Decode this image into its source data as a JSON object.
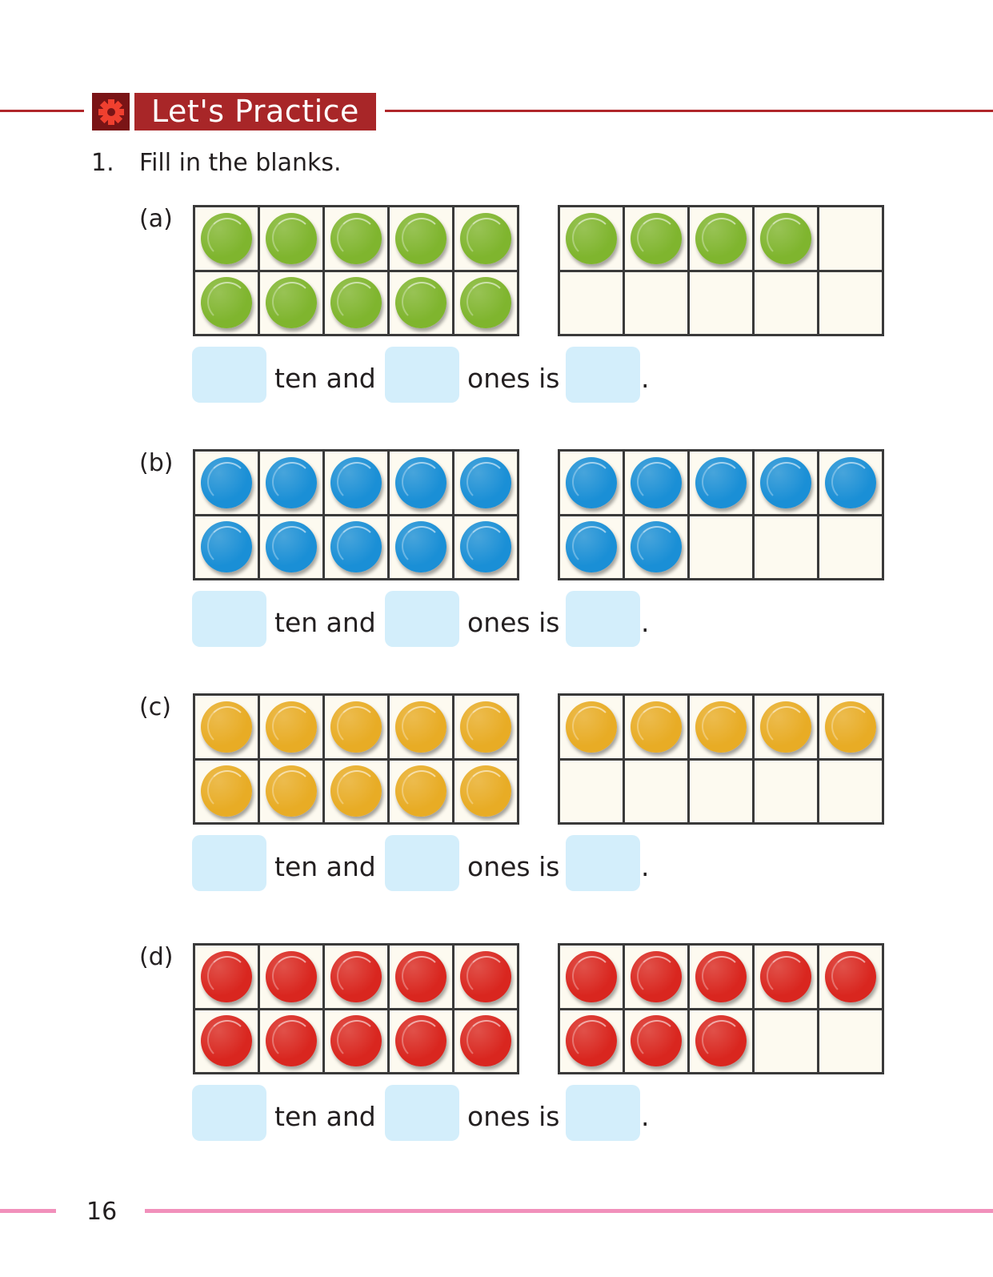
{
  "header": {
    "title": "Let's Practice",
    "icon": "gear-icon"
  },
  "question": {
    "number": "1.",
    "instruction": "Fill in the blanks."
  },
  "items": [
    {
      "label": "(a)",
      "color": "#7fb52e",
      "left_count": 10,
      "right_count": 4,
      "ten_text": "ten and",
      "ones_text": "ones is",
      "end": "."
    },
    {
      "label": "(b)",
      "color": "#1a8fd6",
      "left_count": 10,
      "right_count": 7,
      "ten_text": "ten and",
      "ones_text": "ones is",
      "end": "."
    },
    {
      "label": "(c)",
      "color": "#e8ac25",
      "left_count": 10,
      "right_count": 5,
      "ten_text": "ten and",
      "ones_text": "ones is",
      "end": "."
    },
    {
      "label": "(d)",
      "color": "#d9261f",
      "left_count": 10,
      "right_count": 8,
      "ten_text": "ten and",
      "ones_text": "ones is",
      "end": "."
    }
  ],
  "footer": {
    "page_number": "16"
  }
}
